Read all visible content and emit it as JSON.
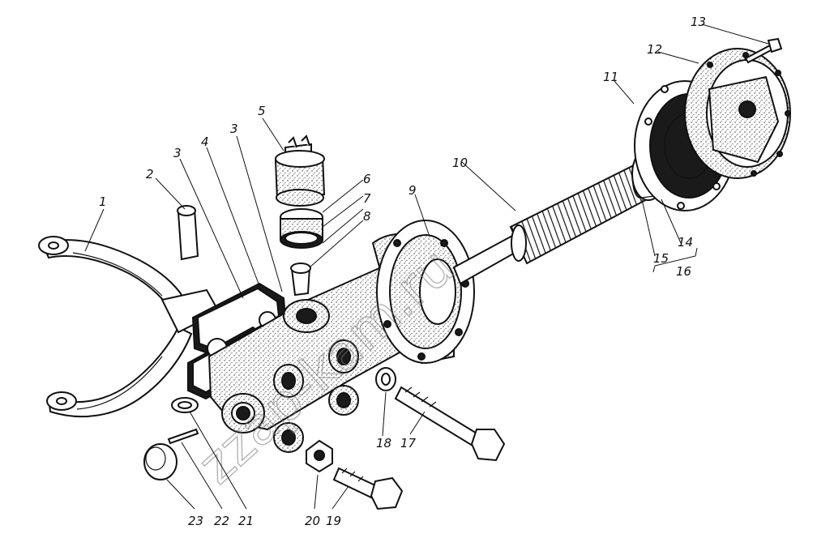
{
  "watermark": "zzap-kam.ru",
  "callouts": [
    {
      "id": "c1",
      "text": "1"
    },
    {
      "id": "c2",
      "text": "2"
    },
    {
      "id": "c3a",
      "text": "3"
    },
    {
      "id": "c3b",
      "text": "3"
    },
    {
      "id": "c4",
      "text": "4"
    },
    {
      "id": "c5",
      "text": "5"
    },
    {
      "id": "c6",
      "text": "6"
    },
    {
      "id": "c7",
      "text": "7"
    },
    {
      "id": "c8",
      "text": "8"
    },
    {
      "id": "c9",
      "text": "9"
    },
    {
      "id": "c10",
      "text": "10"
    },
    {
      "id": "c11",
      "text": "11"
    },
    {
      "id": "c12",
      "text": "12"
    },
    {
      "id": "c13",
      "text": "13"
    },
    {
      "id": "c14",
      "text": "14"
    },
    {
      "id": "c15",
      "text": "15"
    },
    {
      "id": "c16",
      "text": "16"
    },
    {
      "id": "c17",
      "text": "17"
    },
    {
      "id": "c18",
      "text": "18"
    },
    {
      "id": "c19",
      "text": "19"
    },
    {
      "id": "c20",
      "text": "20"
    },
    {
      "id": "c21",
      "text": "21"
    },
    {
      "id": "c22",
      "text": "22"
    },
    {
      "id": "c23",
      "text": "23"
    }
  ]
}
